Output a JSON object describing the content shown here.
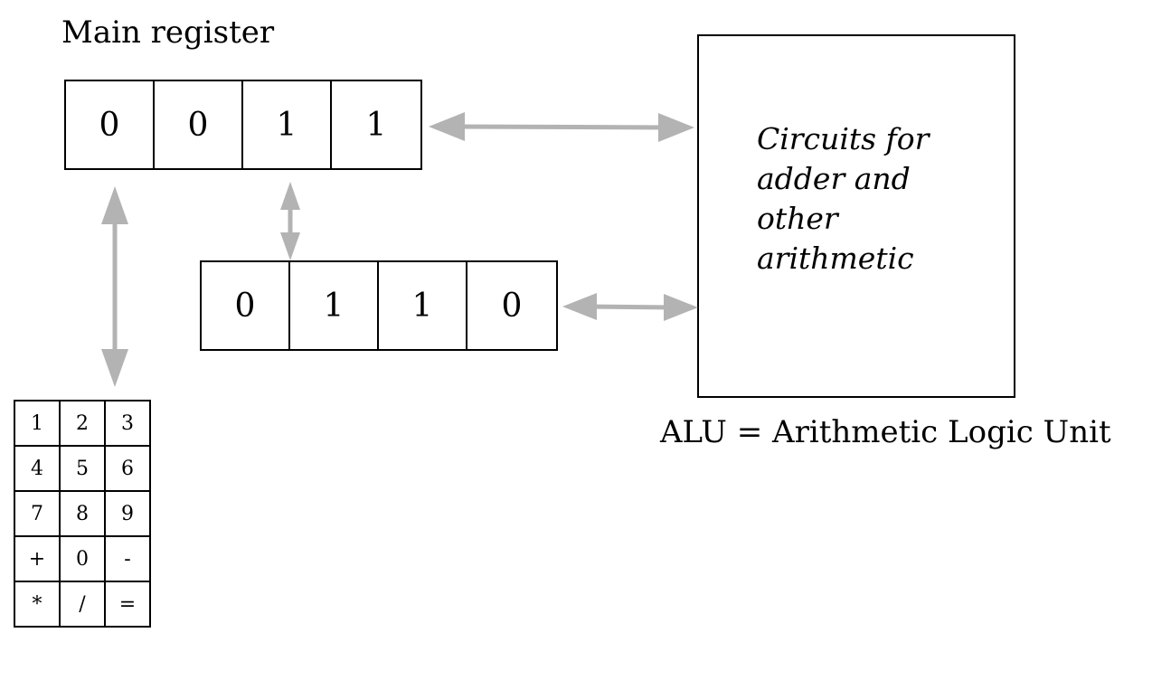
{
  "main_register": {
    "label": "Main register",
    "bits": [
      "0",
      "0",
      "1",
      "1"
    ]
  },
  "second_register": {
    "bits": [
      "0",
      "1",
      "1",
      "0"
    ]
  },
  "alu": {
    "lines": [
      "Circuits for",
      "adder and",
      "other",
      "arithmetic"
    ],
    "caption": "ALU = Arithmetic Logic Unit"
  },
  "keypad": {
    "keys": [
      "1",
      "2",
      "3",
      "4",
      "5",
      "6",
      "7",
      "8",
      "9",
      "+",
      "0",
      "-",
      "*",
      "/",
      "="
    ]
  },
  "colors": {
    "arrow": "#b3b3b3",
    "line": "#000000"
  }
}
